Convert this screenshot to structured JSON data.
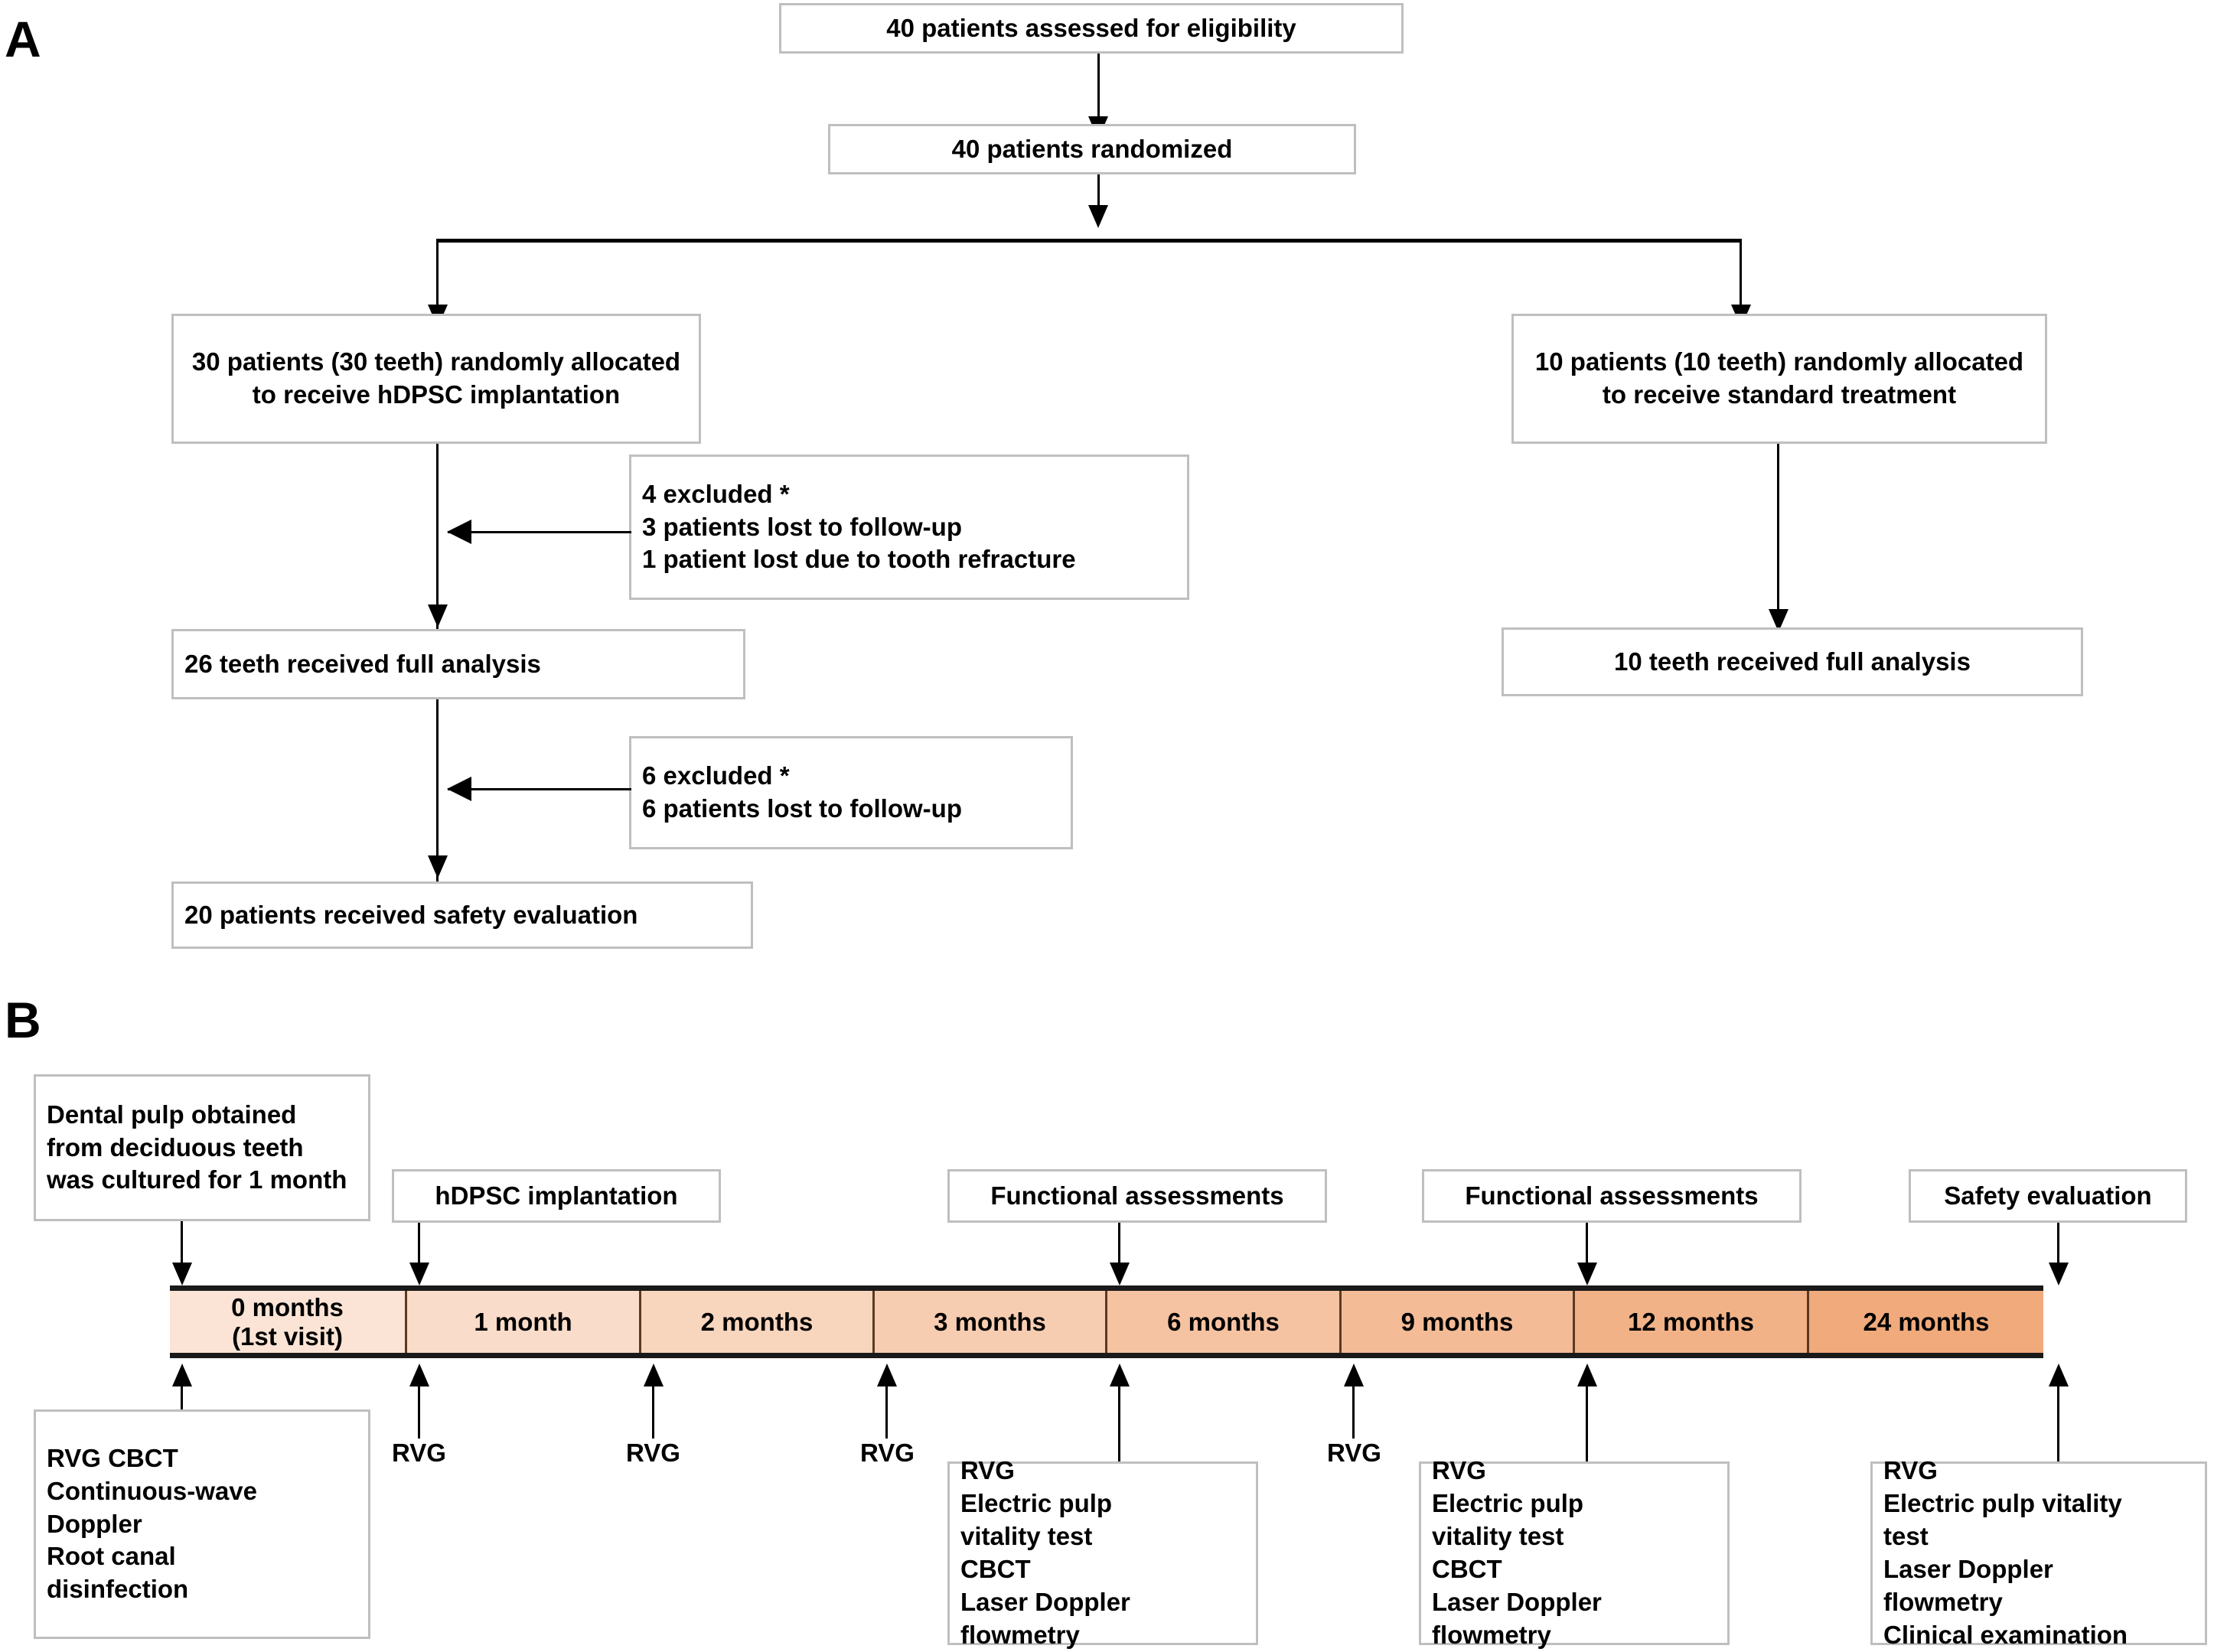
{
  "panels": {
    "a_letter": "A",
    "b_letter": "B"
  },
  "flowchart": {
    "eligibility": "40 patients assessed for eligibility",
    "randomized": "40 patients randomized",
    "alloc_treatment": "30 patients (30 teeth) randomly allocated to receive hDPSC implantation",
    "alloc_control": "10 patients (10 teeth) randomly allocated to receive standard treatment",
    "excluded_1": "4 excluded *\n3 patients lost to follow-up\n1 patient lost due to tooth refracture",
    "analysis_treatment": "26 teeth received full analysis",
    "analysis_control": "10 teeth received full analysis",
    "excluded_2": "6 excluded *\n6 patients  lost to follow-up",
    "safety": "20 patients received  safety evaluation"
  },
  "timeline": {
    "top_boxes": [
      "Dental pulp obtained from deciduous teeth was cultured for 1 month",
      "hDPSC implantation",
      "Functional assessments",
      "Functional assessments",
      "Safety evaluation"
    ],
    "segments": [
      {
        "label": "0 months\n(1st visit)",
        "color": "#fbe4d5"
      },
      {
        "label": "1 month",
        "color": "#f9dcc9"
      },
      {
        "label": "2 months",
        "color": "#f8d5bd"
      },
      {
        "label": "3 months",
        "color": "#f7cdb1"
      },
      {
        "label": "6 months",
        "color": "#f5c3a2"
      },
      {
        "label": "9 months",
        "color": "#f3bb96"
      },
      {
        "label": "12 months",
        "color": "#f2b287"
      },
      {
        "label": "24 months",
        "color": "#f0aa7b"
      }
    ],
    "bottom_boxes": [
      "RVG  CBCT\nContinuous-wave\nDoppler\nRoot canal\ndisinfection",
      "RVG\nElectric pulp\nvitality test\nCBCT\nLaser Doppler\nflowmetry",
      "RVG\nElectric pulp\nvitality test\nCBCT\nLaser Doppler\nflowmetry",
      "RVG\nElectric pulp vitality\ntest\nLaser Doppler\nflowmetry\nClinical examination"
    ],
    "rvg_labels": [
      "RVG",
      "RVG",
      "RVG",
      "RVG"
    ]
  },
  "colors": {
    "box_border": "#bfbfbf",
    "connector": "#000000",
    "bar_edge": "#1a1a1a",
    "segment_divider": "#5a3a22"
  }
}
